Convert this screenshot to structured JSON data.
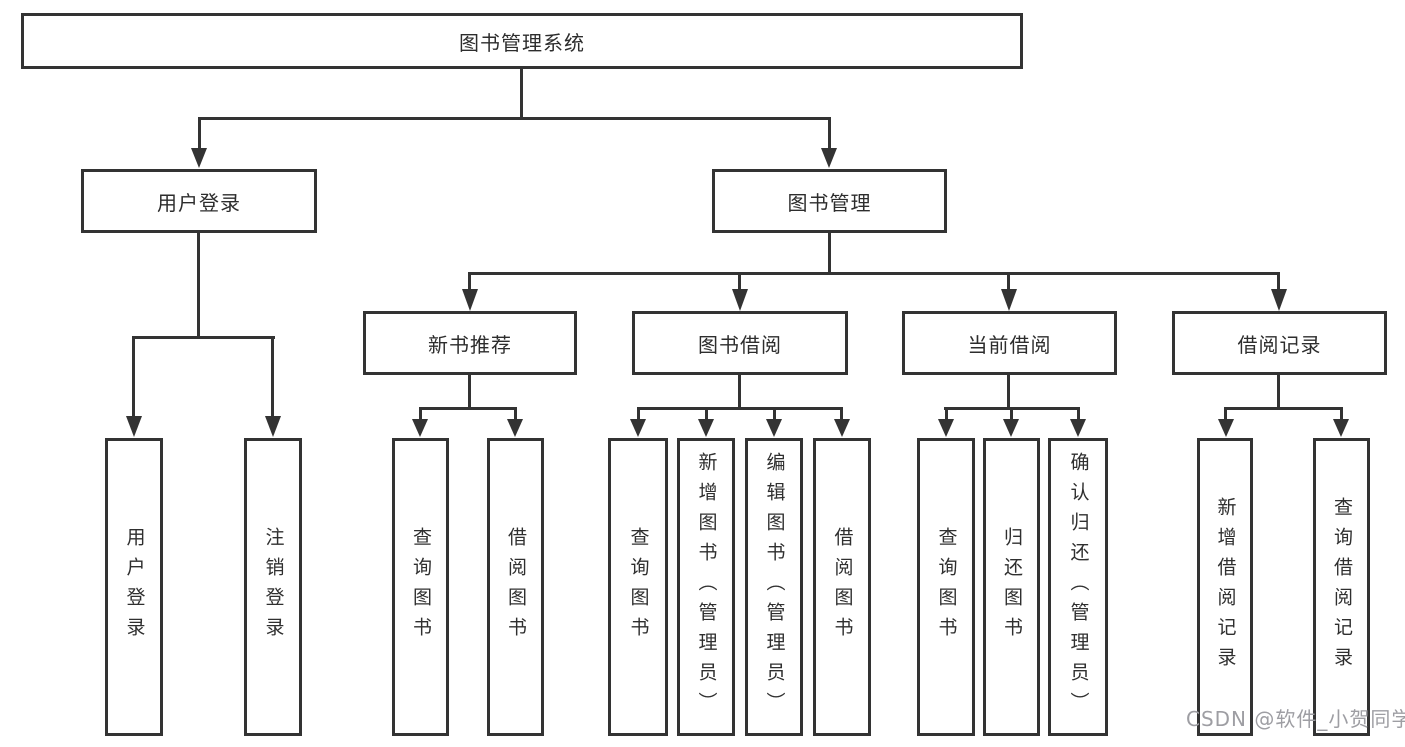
{
  "diagram": {
    "title": "图书管理系统",
    "watermark": "CSDN @软件_小贺同学",
    "colors": {
      "line": "#333333",
      "text": "#2d2d2d",
      "background": "#ffffff",
      "watermark": "#9e9ea3"
    },
    "nodes": {
      "root": {
        "label": "图书管理系统"
      },
      "user_login": {
        "label": "用户登录"
      },
      "book_mgmt": {
        "label": "图书管理"
      },
      "new_book_rec": {
        "label": "新书推荐"
      },
      "book_borrow": {
        "label": "图书借阅"
      },
      "current_borrow": {
        "label": "当前借阅"
      },
      "borrow_records": {
        "label": "借阅记录"
      },
      "leaf_user_login": {
        "label": "用户登录"
      },
      "leaf_logout": {
        "label": "注销登录"
      },
      "leaf_nb_query": {
        "label": "查询图书"
      },
      "leaf_nb_borrow": {
        "label": "借阅图书"
      },
      "leaf_bb_query": {
        "label": "查询图书"
      },
      "leaf_bb_add": {
        "label": "新增图书（管理员）"
      },
      "leaf_bb_edit": {
        "label": "编辑图书（管理员）"
      },
      "leaf_bb_borrow": {
        "label": "借阅图书"
      },
      "leaf_cb_query": {
        "label": "查询图书"
      },
      "leaf_cb_return": {
        "label": "归还图书"
      },
      "leaf_cb_confirm": {
        "label": "确认归还（管理员）"
      },
      "leaf_br_add": {
        "label": "新增借阅记录"
      },
      "leaf_br_query": {
        "label": "查询借阅记录"
      }
    }
  }
}
